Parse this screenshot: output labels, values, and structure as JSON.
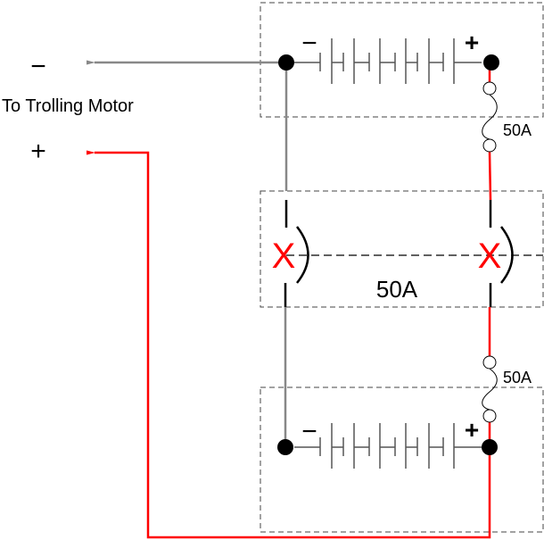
{
  "labels": {
    "negative_terminal": "−",
    "positive_terminal": "+",
    "destination": "To Trolling Motor",
    "battery_minus": "−",
    "battery_plus": "+",
    "fuse_top": "50A",
    "fuse_bottom": "50A",
    "breaker": "50A"
  },
  "colors": {
    "negative_wire": "#888888",
    "positive_wire": "#ff0000",
    "breaker_mark": "#ff0000",
    "box_border": "#444444"
  },
  "icons": [
    "battery-icon",
    "fuse-icon",
    "circuit-breaker-icon",
    "arrow-icon"
  ]
}
